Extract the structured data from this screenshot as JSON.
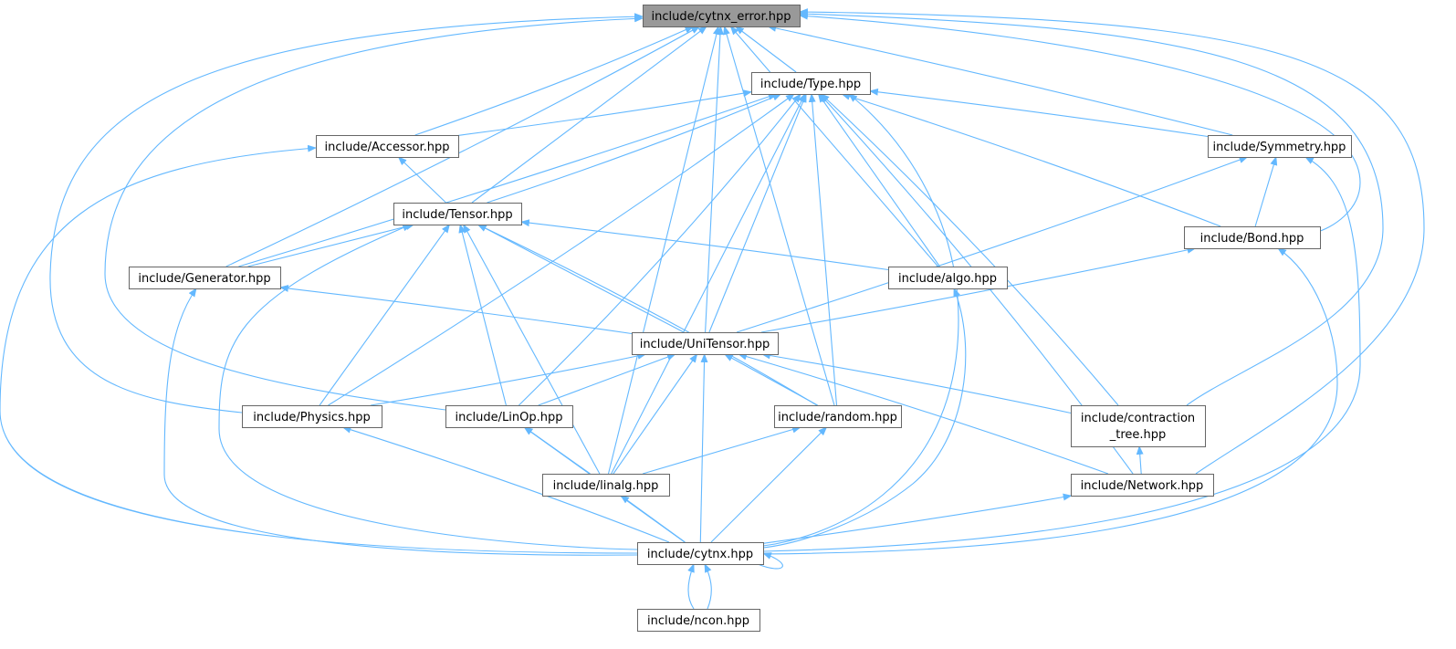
{
  "graph": {
    "root": "cytnx_error",
    "colors": {
      "edge": "#63b8ff",
      "root_fill": "#999999",
      "node_border": "#666666"
    },
    "nodes": [
      {
        "id": "cytnx_error",
        "label": "include/cytnx_error.hpp"
      },
      {
        "id": "Type",
        "label": "include/Type.hpp"
      },
      {
        "id": "Accessor",
        "label": "include/Accessor.hpp"
      },
      {
        "id": "Symmetry",
        "label": "include/Symmetry.hpp"
      },
      {
        "id": "Tensor",
        "label": "include/Tensor.hpp"
      },
      {
        "id": "Bond",
        "label": "include/Bond.hpp"
      },
      {
        "id": "Generator",
        "label": "include/Generator.hpp"
      },
      {
        "id": "algo",
        "label": "include/algo.hpp"
      },
      {
        "id": "UniTensor",
        "label": "include/UniTensor.hpp"
      },
      {
        "id": "Physics",
        "label": "include/Physics.hpp"
      },
      {
        "id": "LinOp",
        "label": "include/LinOp.hpp"
      },
      {
        "id": "random",
        "label": "include/random.hpp"
      },
      {
        "id": "contraction_tree",
        "label": "include/contraction",
        "label2": "_tree.hpp"
      },
      {
        "id": "linalg",
        "label": "include/linalg.hpp"
      },
      {
        "id": "Network",
        "label": "include/Network.hpp"
      },
      {
        "id": "cytnx",
        "label": "include/cytnx.hpp"
      },
      {
        "id": "ncon",
        "label": "include/ncon.hpp"
      }
    ],
    "edges": [
      [
        "cytnx_error",
        "Type"
      ],
      [
        "cytnx_error",
        "Accessor"
      ],
      [
        "cytnx_error",
        "Tensor"
      ],
      [
        "cytnx_error",
        "Generator"
      ],
      [
        "cytnx_error",
        "Physics"
      ],
      [
        "cytnx_error",
        "LinOp"
      ],
      [
        "cytnx_error",
        "linalg"
      ],
      [
        "cytnx_error",
        "UniTensor"
      ],
      [
        "cytnx_error",
        "algo"
      ],
      [
        "cytnx_error",
        "random"
      ],
      [
        "cytnx_error",
        "Symmetry"
      ],
      [
        "cytnx_error",
        "Bond"
      ],
      [
        "cytnx_error",
        "contraction_tree"
      ],
      [
        "cytnx_error",
        "Network"
      ],
      [
        "Type",
        "Accessor"
      ],
      [
        "Type",
        "Tensor"
      ],
      [
        "Type",
        "Generator"
      ],
      [
        "Type",
        "Physics"
      ],
      [
        "Type",
        "LinOp"
      ],
      [
        "Type",
        "UniTensor"
      ],
      [
        "Type",
        "algo"
      ],
      [
        "Type",
        "random"
      ],
      [
        "Type",
        "linalg"
      ],
      [
        "Type",
        "cytnx"
      ],
      [
        "Type",
        "contraction_tree"
      ],
      [
        "Type",
        "Network"
      ],
      [
        "Type",
        "Symmetry"
      ],
      [
        "Type",
        "Bond"
      ],
      [
        "Accessor",
        "Tensor"
      ],
      [
        "Accessor",
        "cytnx"
      ],
      [
        "Symmetry",
        "Bond"
      ],
      [
        "Symmetry",
        "UniTensor"
      ],
      [
        "Symmetry",
        "cytnx"
      ],
      [
        "Tensor",
        "Generator"
      ],
      [
        "Tensor",
        "algo"
      ],
      [
        "Tensor",
        "UniTensor"
      ],
      [
        "Tensor",
        "Physics"
      ],
      [
        "Tensor",
        "LinOp"
      ],
      [
        "Tensor",
        "linalg"
      ],
      [
        "Tensor",
        "random"
      ],
      [
        "Tensor",
        "cytnx"
      ],
      [
        "Bond",
        "UniTensor"
      ],
      [
        "Bond",
        "cytnx"
      ],
      [
        "Generator",
        "UniTensor"
      ],
      [
        "Generator",
        "cytnx"
      ],
      [
        "algo",
        "cytnx"
      ],
      [
        "UniTensor",
        "Physics"
      ],
      [
        "UniTensor",
        "LinOp"
      ],
      [
        "UniTensor",
        "random"
      ],
      [
        "UniTensor",
        "linalg"
      ],
      [
        "UniTensor",
        "cytnx"
      ],
      [
        "UniTensor",
        "contraction_tree"
      ],
      [
        "UniTensor",
        "Network"
      ],
      [
        "Physics",
        "cytnx"
      ],
      [
        "LinOp",
        "linalg"
      ],
      [
        "LinOp",
        "cytnx"
      ],
      [
        "random",
        "linalg"
      ],
      [
        "random",
        "cytnx"
      ],
      [
        "contraction_tree",
        "Network"
      ],
      [
        "linalg",
        "cytnx"
      ],
      [
        "Network",
        "cytnx"
      ],
      [
        "cytnx",
        "ncon"
      ],
      [
        "ncon",
        "cytnx"
      ],
      [
        "cytnx",
        "cytnx"
      ]
    ]
  }
}
